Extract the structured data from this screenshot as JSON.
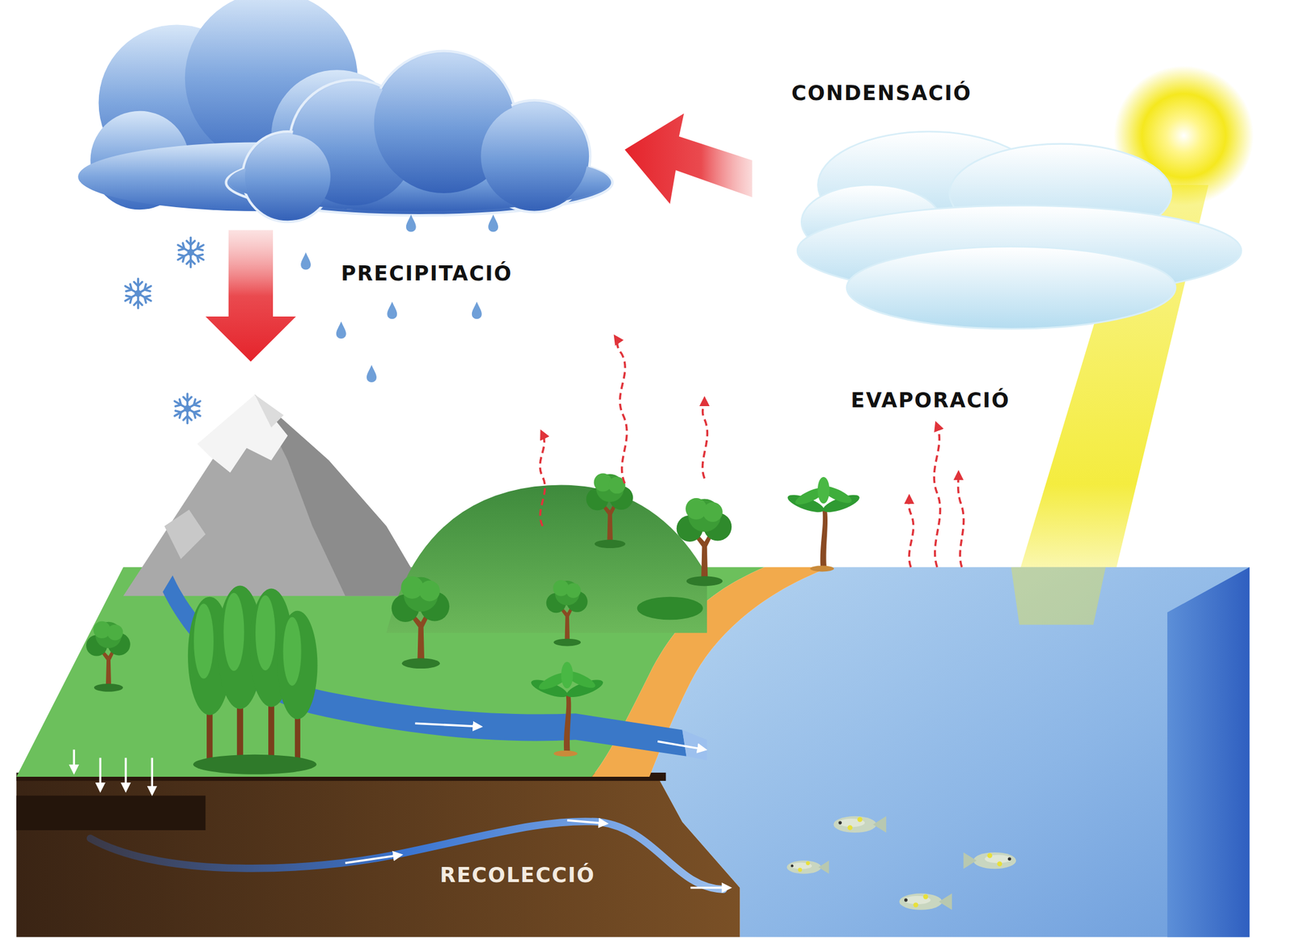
{
  "diagram": {
    "labels": [
      "CONDENSACIÓ",
      "PRECIPITACIÓ",
      "EVAPORACIÓ",
      "RECOLECCIÓ"
    ]
  }
}
